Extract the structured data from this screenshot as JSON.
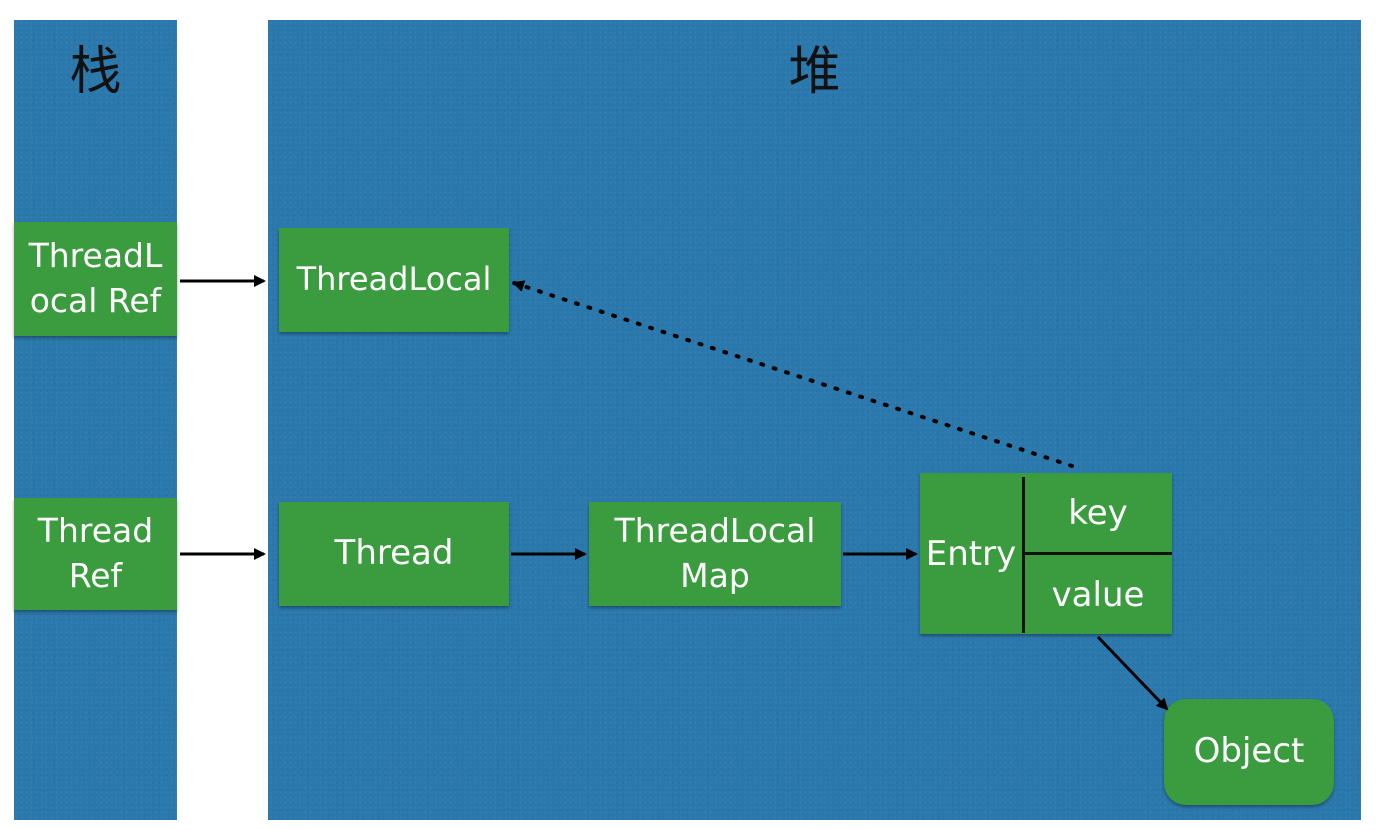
{
  "stack": {
    "title": "栈",
    "threadlocal_ref": "ThreadL\nocal Ref",
    "thread_ref": "Thread\nRef"
  },
  "heap": {
    "title": "堆",
    "threadlocal": "ThreadLocal",
    "thread": "Thread",
    "threadlocalmap": "ThreadLocal\nMap",
    "entry": {
      "label": "Entry",
      "key": "key",
      "value": "value"
    },
    "object": "Object"
  },
  "colors": {
    "panel": "#2b78ad",
    "box": "#3a9c3e",
    "text": "#ffffff",
    "arrow": "#000000"
  }
}
